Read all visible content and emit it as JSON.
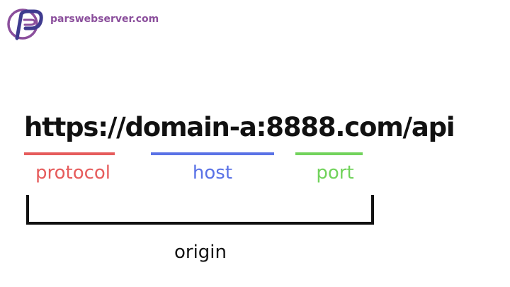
{
  "brand": {
    "site": "parswebserver.com",
    "color": "#8b4f9c"
  },
  "diagram": {
    "url": "https://domain-a:8888.com/api",
    "parts": [
      {
        "label": "protocol",
        "color": "#e65c5c"
      },
      {
        "label": "host",
        "color": "#5a72e6"
      },
      {
        "label": "port",
        "color": "#72d35c"
      }
    ],
    "origin_label": "origin"
  }
}
